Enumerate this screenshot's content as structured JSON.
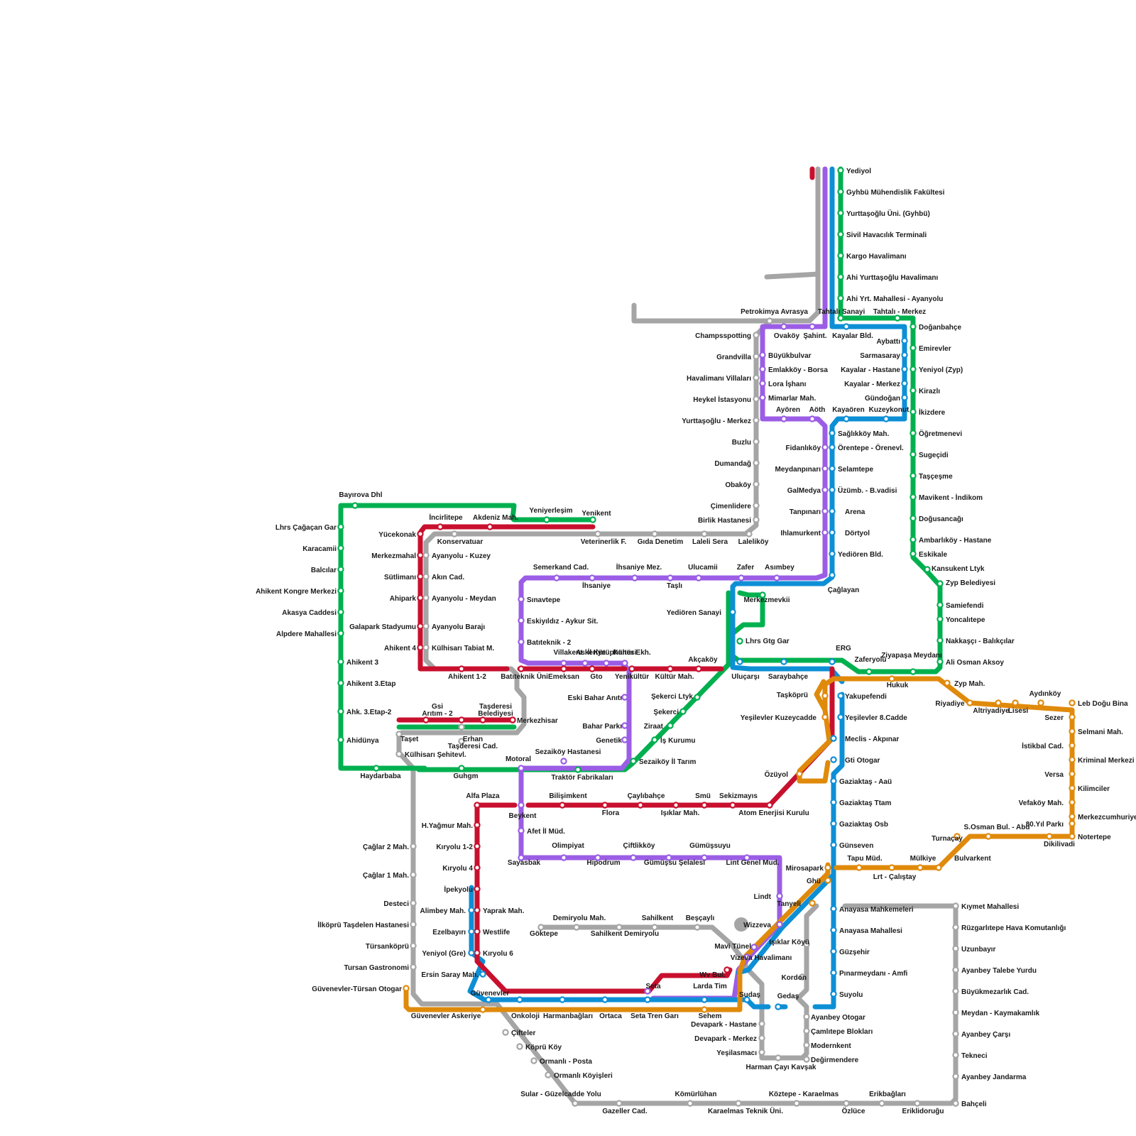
{
  "colors": {
    "red": "#c8102e",
    "green": "#00b04f",
    "purple": "#9b5de5",
    "blue": "#0d8fd6",
    "gray": "#a5a5a5",
    "orange": "#e08a0b"
  },
  "lines": [
    {
      "id": "line-green",
      "color": "green"
    },
    {
      "id": "line-red",
      "color": "red"
    },
    {
      "id": "line-purple",
      "color": "purple"
    },
    {
      "id": "line-blue",
      "color": "blue"
    },
    {
      "id": "line-gray",
      "color": "gray"
    },
    {
      "id": "line-orange",
      "color": "orange"
    }
  ],
  "stations": [
    "Yediyol",
    "Gyhbü Mühendislik Fakültesi",
    "Yurttaşoğlu Üni. (Gyhbü)",
    "Sivil Havacılık Terminali",
    "Kargo Havalimanı",
    "Ahi Yurttaşoğlu Havalimanı",
    "Ahi Yrt. Mahallesi - Ayanyolu",
    "Petrokimya Avrasya",
    "Tahtalı Sanayi",
    "Tahtalı - Merkez",
    "Doğanbahçe",
    "Emirevler",
    "Yeniyol (Zyp)",
    "Kirazlı",
    "İkizdere",
    "Öğretmenevi",
    "Sugeçidi",
    "Taşçeşme",
    "Mavikent - İndikom",
    "Doğusancağı",
    "Ambarlıköy - Hastane",
    "Eskikale",
    "Kansukent Ltyk",
    "Zyp Belediyesi",
    "Samiefendi",
    "Yoncalıtepe",
    "Nakkaşçı - Balıkçılar",
    "Ali Osman Aksoy",
    "Ziyapaşa Meydanı",
    "Zyp Mah.",
    "Champsspotting",
    "Grandvilla",
    "Havalimanı Villaları",
    "Heykel İstasyonu",
    "Yurttaşoğlu - Merkez",
    "Buzlu",
    "Dumandağ",
    "Obaköy",
    "Çimenlidere",
    "Birlik Hastanesi",
    "Laleliköy",
    "Laleli Sera",
    "Gıda Denetim",
    "Veterinerlik F.",
    "Konservatuar",
    "Ovaköy",
    "Şahint.",
    "Kayalar Bld.",
    "Aybattı",
    "Sarmasaray",
    "Kayalar - Hastane",
    "Kayalar - Merkez",
    "Gündoğan",
    "Kuzeykonut",
    "Kayaören",
    "Aöth",
    "Ayören",
    "Büyükbulvar",
    "Emlakköy - Borsa",
    "Lora İşhanı",
    "Mimarlar Mah.",
    "Sağlıkköy Mah.",
    "Fidanlıköy",
    "Meydanpınarı",
    "GalMedya",
    "Tanpınarı",
    "Ihlamurkent",
    "Örentepe - Örenevl.",
    "Selamtepe",
    "Üzümb. - B.vadisi",
    "Arena",
    "Dörtyol",
    "Yediören Bld.",
    "Çağlayan",
    "Asımbey",
    "Zafer",
    "Ulucamii",
    "Taşlı",
    "İhsaniye Mez.",
    "İhsaniye",
    "Semerkand Cad.",
    "Sınavtepe",
    "Eskiyıldız - Aykur Sit.",
    "Batıteknik - 2",
    "Villakent",
    "Askeriye",
    "İl Kütüphanesi",
    "Kültür Ekh.",
    "Yenikültür",
    "Kültür Mah.",
    "Akçaköy",
    "Merkezmevkii",
    "Yediören Sanayi",
    "Lhrs Gtg Gar",
    "Uluçarşı",
    "Saraybahçe",
    "ERG",
    "Zaferyolu",
    "Hukuk",
    "Riyadiye",
    "Altriyadiye",
    "Lisesi",
    "Aydınköy",
    "Leb Doğu Bina",
    "Sezer",
    "Selmani Mah.",
    "İstikbal Cad.",
    "Kriminal Merkezi",
    "Versa",
    "Kilimciler",
    "Vefaköy Mah.",
    "Merkezcumhuriyet",
    "80.Yıl Parkı",
    "Notertepe",
    "Dikilivadi",
    "S.Osman Bul. - Abd",
    "Turnaçay",
    "Bulvarkent",
    "Mülkiye",
    "Lrt - Çalıştay",
    "Tapu Müd.",
    "Mirosapark",
    "Taşköprü",
    "Yakupefendi",
    "Yeşilevler Kuzeycadde",
    "Yeşilevler 8.Cadde",
    "Meclis - Akpınar",
    "Gti Otogar",
    "Özüyol",
    "Gaziaktaş - Aaü",
    "Gaziaktaş Ttam",
    "Gaziaktaş Osb",
    "Günseven",
    "Ghü",
    "Tanyeli",
    "Anayasa Mahkemeleri",
    "Anayasa Mahallesi",
    "Güzşehir",
    "Pınarmeydanı - Amfi",
    "Suyolu",
    "Işıklar Köyü",
    "Kordon",
    "Gedaş",
    "Şekerci Ltyk",
    "Şekerci",
    "Ziraat",
    "İş Kurumu",
    "Sezaiköy İl Tarım",
    "Sezaiköy Hastanesi",
    "Traktör Fabrikaları",
    "Motoral",
    "Eski Bahar Anıtı",
    "Bahar Parkı",
    "Genetik",
    "Gto",
    "Emeksan",
    "Batıteknik Üni.",
    "Bayırova Dhl",
    "Lhrs Çağaçan Gar",
    "Karacamii",
    "Balcılar",
    "Ahikent Kongre Merkezi",
    "Akasya Caddesi",
    "Alpdere Mahallesi",
    "Ahikent 3",
    "Ahikent 3.Etap",
    "Ahk. 3.Etap-2",
    "Ahidünya",
    "Haydarbaba",
    "Guhgm",
    "Yeniyerleşim",
    "Yenikent",
    "İncirlitepe",
    "Akdeniz Mah.",
    "Yücekonak",
    "Merkezmahal",
    "Sütlimanı",
    "Ahipark",
    "Galapark Stadyumu",
    "Ahikent 4",
    "Ahikent 1-2",
    "Ayanyolu - Kuzey",
    "Akın Cad.",
    "Ayanyolu - Meydan",
    "Ayanyolu Barajı",
    "Külhisarı Tabiat M.",
    "Gsi",
    "Arıtım - 2",
    "Taşderesi",
    "Belediyesi",
    "Merkezhisar",
    "Taşet",
    "Erhan",
    "Taşderesi Cad.",
    "Külhisarı Şehitevl.",
    "Alfa Plaza",
    "Bilişimkent",
    "Flora",
    "Çaylıbahçe",
    "Işıklar Mah.",
    "Smü",
    "Sekizmayıs",
    "Atom Enerjisi Kurulu",
    "Beykent",
    "Afet İl Müd.",
    "Sayasbak",
    "Olimpiyat",
    "Hipodrum",
    "Çiftlikköy",
    "Gümüşsu Şelalesi",
    "Gümüşsuyu",
    "Lint Genel Mud.",
    "Lindt",
    "Wizzeva",
    "H.Yağmur Mah.",
    "Kıryolu 1-2",
    "Kıryolu 4",
    "İpekyolu",
    "Yaprak Mah.",
    "Alimbey Mah.",
    "Westlife",
    "Ezelbayırı",
    "Kıryolu 6",
    "Yeniyol (Gre)",
    "Ersin Saray Mah.",
    "Güvenevler",
    "Güvenevler Askeriye",
    "Güvenevler-Türsan Otogar",
    "Çağlar 2 Mah.",
    "Çağlar 1 Mah.",
    "Desteci",
    "İlköprü Taşdelen Hastanesi",
    "Türsanköprü",
    "Tursan Gastronomi",
    "Onkoloji",
    "Harmanbağları",
    "Ortaca",
    "Seta",
    "Seta Tren Garı",
    "Larda Tim",
    "Sehem",
    "Sudaş",
    "Mavi Tünel",
    "Vizeva Havalimanı",
    "Wv Bul.",
    "Göktepe",
    "Demiryolu Mah.",
    "Sahilkent Demiryolu",
    "Sahilkent",
    "Beşçaylı",
    "Çifteler",
    "Köprü Köy",
    "Ormanlı - Posta",
    "Ormanlı Köyişleri",
    "Sular - Güzelcadde Yolu",
    "Gazeller Cad.",
    "Kömürlühan",
    "Karaelmas Teknik Üni.",
    "Köztepe - Karaelmas",
    "Özlüce",
    "Erikbağları",
    "Eriklidoruğu",
    "Bahçeli",
    "Devapark - Hastane",
    "Devapark - Merkez",
    "Yeşilasmacı",
    "Harman Çayı Kavşak",
    "Ayanbey Otogar",
    "Çamlıtepe Blokları",
    "Modernkent",
    "Değirmendere",
    "Kıymet Mahallesi",
    "Rüzgarlıtepe Hava Komutanlığı",
    "Uzunbayır",
    "Ayanbey Talebe Yurdu",
    "Büyükmezarlık Cad.",
    "Meydan - Kaymakamlık",
    "Ayanbey Çarşı",
    "Tekneci",
    "Ayanbey Jandarma"
  ]
}
